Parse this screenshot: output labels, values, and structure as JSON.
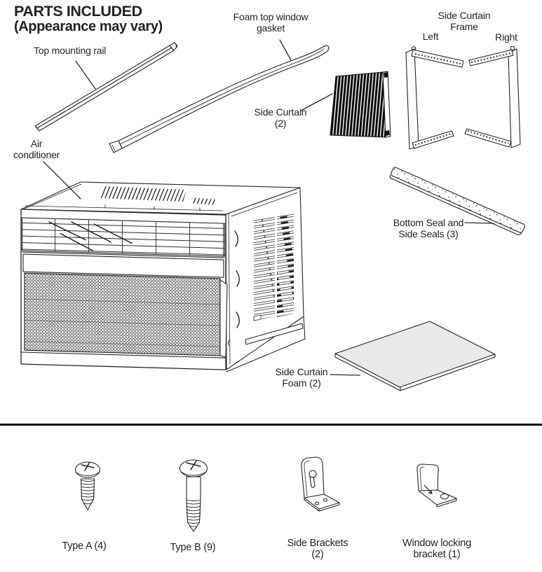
{
  "title": "PARTS INCLUDED",
  "subtitle": "(Appearance may vary)",
  "parts": {
    "top_mounting_rail": {
      "label": "Top mounting rail"
    },
    "foam_top_window_gasket": {
      "label_line1": "Foam top window",
      "label_line2": "gasket"
    },
    "side_curtain": {
      "label_line1": "Side Curtain",
      "label_line2": "(2)"
    },
    "side_curtain_frame": {
      "label_line1": "Side Curtain",
      "label_line2": "Frame",
      "left": "Left",
      "right": "Right"
    },
    "air_conditioner": {
      "label_line1": "Air",
      "label_line2": "conditioner"
    },
    "bottom_seal": {
      "label_line1": "Bottom Seal and",
      "label_line2": "Side Seals (3)"
    },
    "side_curtain_foam": {
      "label_line1": "Side Curtain",
      "label_line2": "Foam (2)"
    },
    "screw_type_a": {
      "label": "Type A (4)"
    },
    "screw_type_b": {
      "label": "Type B (9)"
    },
    "side_brackets": {
      "label_line1": "Side Brackets",
      "label_line2": "(2)"
    },
    "window_locking_bracket": {
      "label_line1": "Window locking",
      "label_line2": "bracket (1)"
    }
  },
  "colors": {
    "ink": "#242424",
    "foam_sheet_fill": "#e7e9ea",
    "curtain_fill": "#0c0c0c",
    "divider": "#141414"
  }
}
